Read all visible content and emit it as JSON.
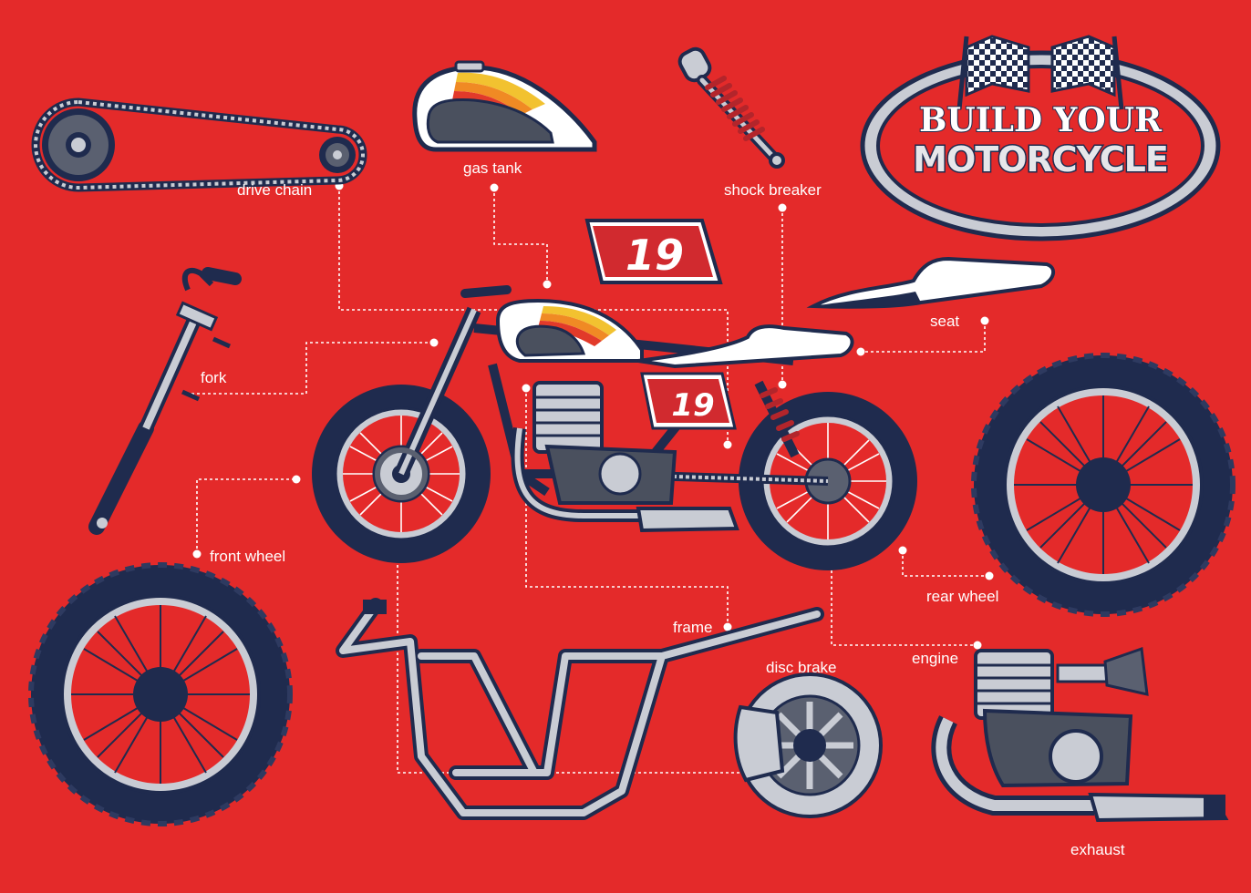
{
  "title": {
    "line1": "BUILD YOUR",
    "line2": "MOTORCYCLE"
  },
  "race_number": "19",
  "parts": {
    "drive_chain": "drive chain",
    "gas_tank": "gas tank",
    "shock_breaker": "shock breaker",
    "seat": "seat",
    "fork": "fork",
    "front_wheel": "front wheel",
    "rear_wheel": "rear wheel",
    "frame": "frame",
    "disc_brake": "disc brake",
    "engine": "engine",
    "exhaust": "exhaust"
  },
  "colors": {
    "background": "#e42a2a",
    "navy": "#1f2b4e",
    "white": "#ffffff",
    "chrome": "#c9ccd4",
    "tank_stripe_yellow": "#f2c230",
    "tank_stripe_orange": "#f08a24",
    "tank_stripe_red": "#e23a2a"
  }
}
